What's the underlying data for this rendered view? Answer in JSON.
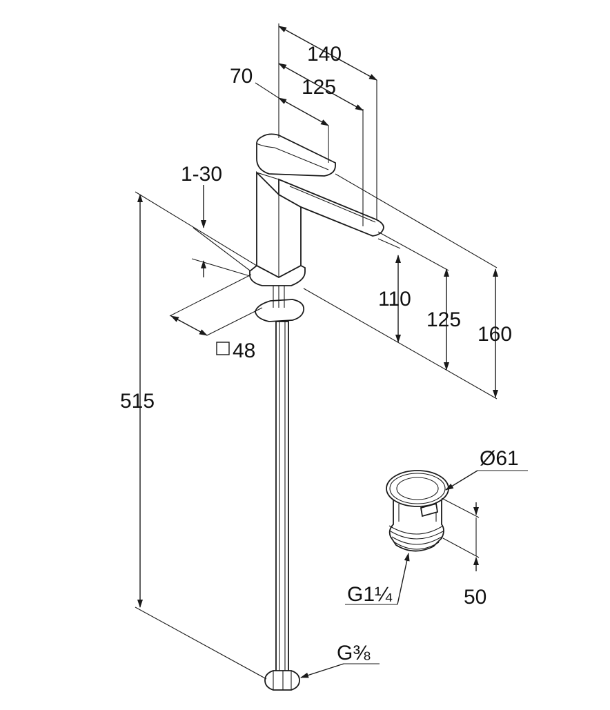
{
  "drawing": {
    "subject": "single-lever basin mixer with pull-out waste"
  },
  "dims": {
    "d140": "140",
    "d70": "70",
    "d125top": "125",
    "d130": "1-30",
    "d110": "110",
    "d125side": "125",
    "d160": "160",
    "d48": "48",
    "d515": "515",
    "d61": "Ø61",
    "d50": "50",
    "g114": "G1¼",
    "g38": "G⅜"
  },
  "colors": {
    "line": "#1a1a1a",
    "background": "#ffffff"
  }
}
